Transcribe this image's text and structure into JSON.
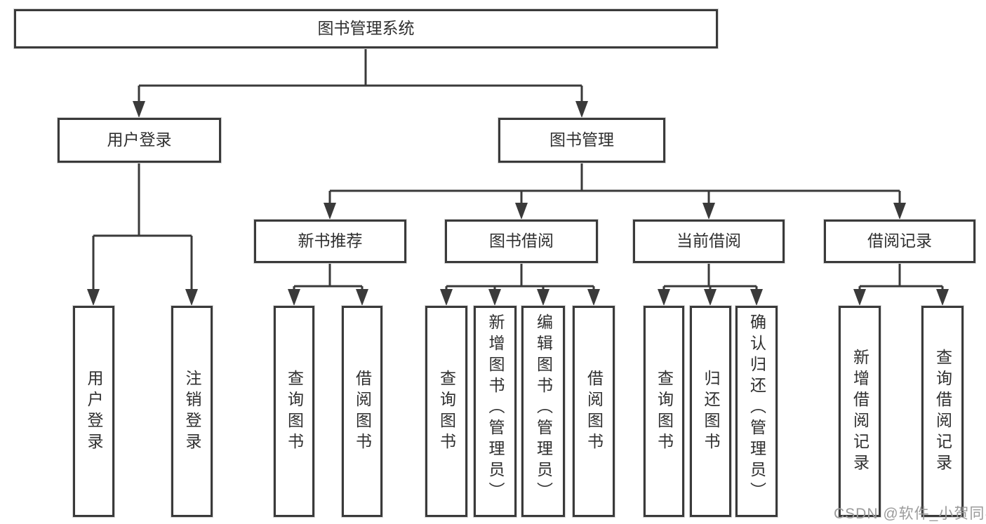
{
  "nodes": {
    "root": "图书管理系统",
    "user_login": "用户登录",
    "book_management": "图书管理",
    "new_book_recommendation": "新书推荐",
    "book_borrowing": "图书借阅",
    "current_borrowing": "当前借阅",
    "borrowing_records": "借阅记录",
    "leaf_user_login": "用户登录",
    "leaf_logout": "注销登录",
    "leaf_recommend_query_books": "查询图书",
    "leaf_recommend_borrow_books": "借阅图书",
    "leaf_borrow_query_books": "查询图书",
    "leaf_borrow_add_books": "新增图书（管理员）",
    "leaf_borrow_edit_books": "编辑图书（管理员）",
    "leaf_borrow_borrow_books": "借阅图书",
    "leaf_current_query_books": "查询图书",
    "leaf_current_return_books": "归还图书",
    "leaf_current_confirm_return": "确认归还（管理员）",
    "leaf_records_add_record": "新增借阅记录",
    "leaf_records_query_record": "查询借阅记录"
  },
  "watermark": "CSDN @软件_小贺同学",
  "colors": {
    "line": "#3a3a3a",
    "text": "#2f2f2f",
    "watermark_text": "#9b9b9b",
    "background": "#ffffff"
  }
}
